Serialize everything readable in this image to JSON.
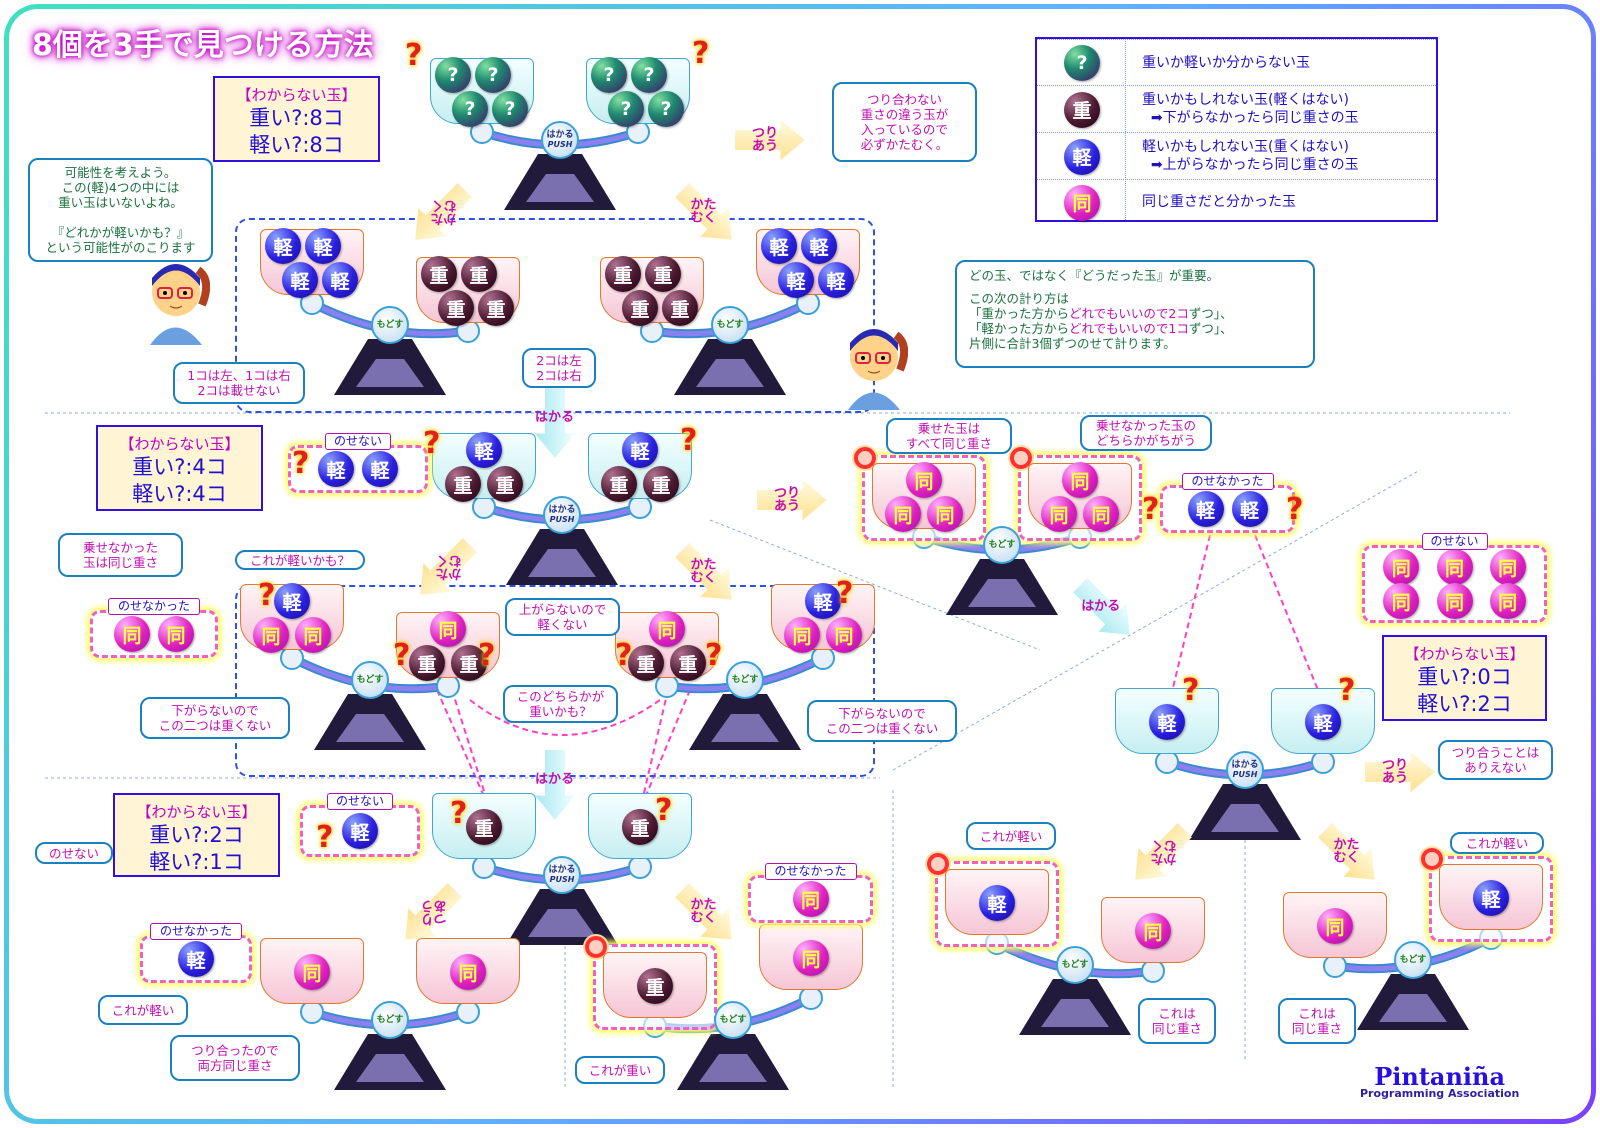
{
  "title": "8個を3手で見つける方法",
  "colors": {
    "accent": "#c000c0",
    "text_blue": "#2010d0",
    "frame_start": "#3fe0c0",
    "frame_end": "#7a40ff"
  },
  "question_mark": "?",
  "ball_types": {
    "?": "unknown",
    "重": "heavy",
    "軽": "light",
    "同": "same"
  },
  "info_boxes": [
    {
      "heading": "【わからない玉】",
      "heavy": "重い?:8コ",
      "light": "軽い?:8コ"
    },
    {
      "heading": "【わからない玉】",
      "heavy": "重い?:4コ",
      "light": "軽い?:4コ"
    },
    {
      "heading": "【わからない玉】",
      "heavy": "重い?:2コ",
      "light": "軽い?:1コ"
    },
    {
      "heading": "【わからない玉】",
      "heavy": "重い?:0コ",
      "light": "軽い?:2コ"
    }
  ],
  "legend": [
    {
      "ball": "?",
      "text": "重いか軽いか分からない玉"
    },
    {
      "ball": "重",
      "text": "重いかもしれない玉(軽くはない)\n  ➡下がらなかったら同じ重さの玉"
    },
    {
      "ball": "軽",
      "text": "軽いかもしれない玉(重くはない)\n  ➡上がらなかったら同じ重さの玉"
    },
    {
      "ball": "同",
      "text": "同じ重さだと分かった玉"
    }
  ],
  "scale_labels": {
    "measure": "はかる",
    "push": "PUSH",
    "reset": "もどす"
  },
  "scales": [
    {
      "style": "measure",
      "tilt": "level",
      "left": [
        "?",
        "?",
        "?",
        "?"
      ],
      "right": [
        "?",
        "?",
        "?",
        "?"
      ]
    },
    {
      "style": "reset",
      "tilt": "right-down",
      "left": [
        "軽",
        "軽",
        "軽",
        "軽"
      ],
      "right": [
        "重",
        "重",
        "重",
        "重"
      ]
    },
    {
      "style": "reset",
      "tilt": "left-down",
      "left": [
        "重",
        "重",
        "重",
        "重"
      ],
      "right": [
        "軽",
        "軽",
        "軽",
        "軽"
      ]
    },
    {
      "style": "measure",
      "tilt": "level",
      "left": [
        "軽",
        "重",
        "重"
      ],
      "right": [
        "軽",
        "重",
        "重"
      ]
    },
    {
      "style": "reset",
      "tilt": "right-down",
      "left": [
        "軽",
        "同",
        "同"
      ],
      "right": [
        "同",
        "重",
        "重"
      ]
    },
    {
      "style": "reset",
      "tilt": "left-down",
      "left": [
        "同",
        "重",
        "重"
      ],
      "right": [
        "軽",
        "同",
        "同"
      ]
    },
    {
      "style": "measure",
      "tilt": "level",
      "left": [
        "重"
      ],
      "right": [
        "重"
      ]
    },
    {
      "style": "reset",
      "tilt": "level",
      "left": [
        "同"
      ],
      "right": [
        "同"
      ]
    },
    {
      "style": "reset",
      "tilt": "left-down",
      "left": [
        "重"
      ],
      "right": [
        "同"
      ],
      "highlight": "left"
    },
    {
      "style": "measure",
      "tilt": "level",
      "left": [
        "軽"
      ],
      "right": [
        "軽"
      ]
    },
    {
      "style": "reset",
      "tilt": "level",
      "left": [
        "同",
        "同",
        "同"
      ],
      "right": [
        "同",
        "同",
        "同"
      ],
      "highlight": "both"
    },
    {
      "style": "reset",
      "tilt": "right-down",
      "left": [
        "軽"
      ],
      "right": [
        "同"
      ],
      "highlight": "left"
    },
    {
      "style": "reset",
      "tilt": "left-down",
      "left": [
        "同"
      ],
      "right": [
        "軽"
      ],
      "highlight": "right"
    }
  ],
  "ball_groups": [
    {
      "label": "のせない",
      "balls": [
        "軽",
        "軽"
      ]
    },
    {
      "label": "のせなかった",
      "balls": [
        "同",
        "同"
      ]
    },
    {
      "label": "のせなかった",
      "balls": [
        "軽",
        "軽"
      ]
    },
    {
      "label": "のせない",
      "balls": [
        "同",
        "同",
        "同",
        "同",
        "同",
        "同"
      ]
    },
    {
      "label": "のせない",
      "balls": [
        "軽"
      ]
    },
    {
      "label": "のせなかった",
      "balls": [
        "軽"
      ]
    },
    {
      "label": "のせなかった",
      "balls": [
        "同"
      ]
    }
  ],
  "callouts": [
    {
      "text": "可能性を考えよう。\nこの(軽)4つの中には\n重い玉はいないよね。\n\n『どれかが軽いかも？』\nという可能性がのこります",
      "color": "green"
    },
    {
      "text": "つり合わない\n重さの違う玉が\n入っているので\n必ずかたむく。"
    },
    {
      "text": "1コは左、1コは右\n2コは載せない"
    },
    {
      "text": "2コは左\n2コは右"
    },
    {
      "text": "乗せなかった\n玉は同じ重さ"
    },
    {
      "text": "これが軽いかも？"
    },
    {
      "text": "上がらないので\n軽くない"
    },
    {
      "text": "このどちらかが\n重いかも？"
    },
    {
      "text": "下がらないので\nこの二つは重くない"
    },
    {
      "text": "下がらないので\nこの二つは重くない"
    },
    {
      "text": "乗せた玉は\nすべて同じ重さ"
    },
    {
      "text": "乗せなかった玉の\nどちらかがちがう"
    },
    {
      "text": "つり合うことは\nありえない"
    },
    {
      "text": "これが軽い"
    },
    {
      "text": "これが軽い"
    },
    {
      "text": "これは\n同じ重さ"
    },
    {
      "text": "これは\n同じ重さ"
    },
    {
      "text": "これが軽い"
    },
    {
      "text": "つり合ったので\n両方同じ重さ"
    },
    {
      "text": "これが重い"
    },
    {
      "text": "のせない"
    }
  ],
  "advice": {
    "line1": "どの玉、ではなく『どうだった玉』が重要。",
    "line2": "この次の計り方は",
    "line3": [
      " 「重かった方から",
      "どれでもいいので2コ",
      "ずつ」、"
    ],
    "line4": [
      " 「軽かった方から",
      "どれでもいいので1コ",
      "ずつ」、"
    ],
    "line5": "片側に合計3個ずつのせて計ります。"
  },
  "arrows": [
    {
      "text": "つり\nあう",
      "kind": "balance"
    },
    {
      "text": "かた\nむく",
      "kind": "tilt"
    },
    {
      "text": "かた\nむく",
      "kind": "tilt"
    },
    {
      "text": "はかる",
      "kind": "measure"
    },
    {
      "text": "つり\nあう",
      "kind": "balance"
    },
    {
      "text": "かた\nむく",
      "kind": "tilt"
    },
    {
      "text": "かた\nむく",
      "kind": "tilt"
    },
    {
      "text": "はかる",
      "kind": "measure"
    },
    {
      "text": "はかる",
      "kind": "measure"
    },
    {
      "text": "つり\nあう",
      "kind": "balance"
    },
    {
      "text": "かた\nむく",
      "kind": "tilt"
    },
    {
      "text": "かた\nむく",
      "kind": "tilt"
    },
    {
      "text": "つり\nあう",
      "kind": "balance"
    },
    {
      "text": "かた\nむく",
      "kind": "tilt"
    }
  ],
  "logo": {
    "name": "Pintaniña",
    "sub": "Programming Association"
  }
}
